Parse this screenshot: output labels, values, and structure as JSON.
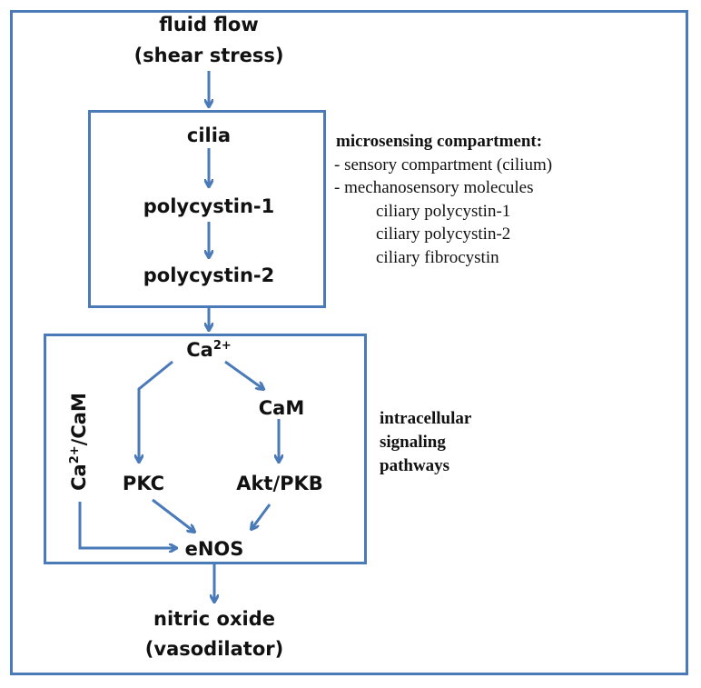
{
  "nodes": {
    "fluid_flow": "fluid flow",
    "shear_stress": "(shear stress)",
    "cilia": "cilia",
    "polycystin1": "polycystin-1",
    "polycystin2": "polycystin-2",
    "ca_base": "Ca",
    "ca_sup": "2+",
    "cam": "CaM",
    "pkc": "PKC",
    "akt": "Akt/PKB",
    "enos": "eNOS",
    "ca_cam_base": "Ca",
    "ca_cam_sup": "2+",
    "ca_cam_rest": "/CaM",
    "nitric_oxide": "nitric oxide",
    "vasodilator": "(vasodilator)"
  },
  "microsensing": {
    "title": "microsensing compartment:",
    "line1": "-  sensory compartment (cilium)",
    "line2": "-  mechanosensory molecules",
    "line3": "ciliary polycystin-1",
    "line4": "ciliary polycystin-2",
    "line5": "ciliary fibrocystin"
  },
  "intracellular": {
    "line1": "intracellular",
    "line2": "signaling",
    "line3": "pathways"
  },
  "colors": {
    "accent": "#4a7ab8",
    "text": "#111111"
  }
}
